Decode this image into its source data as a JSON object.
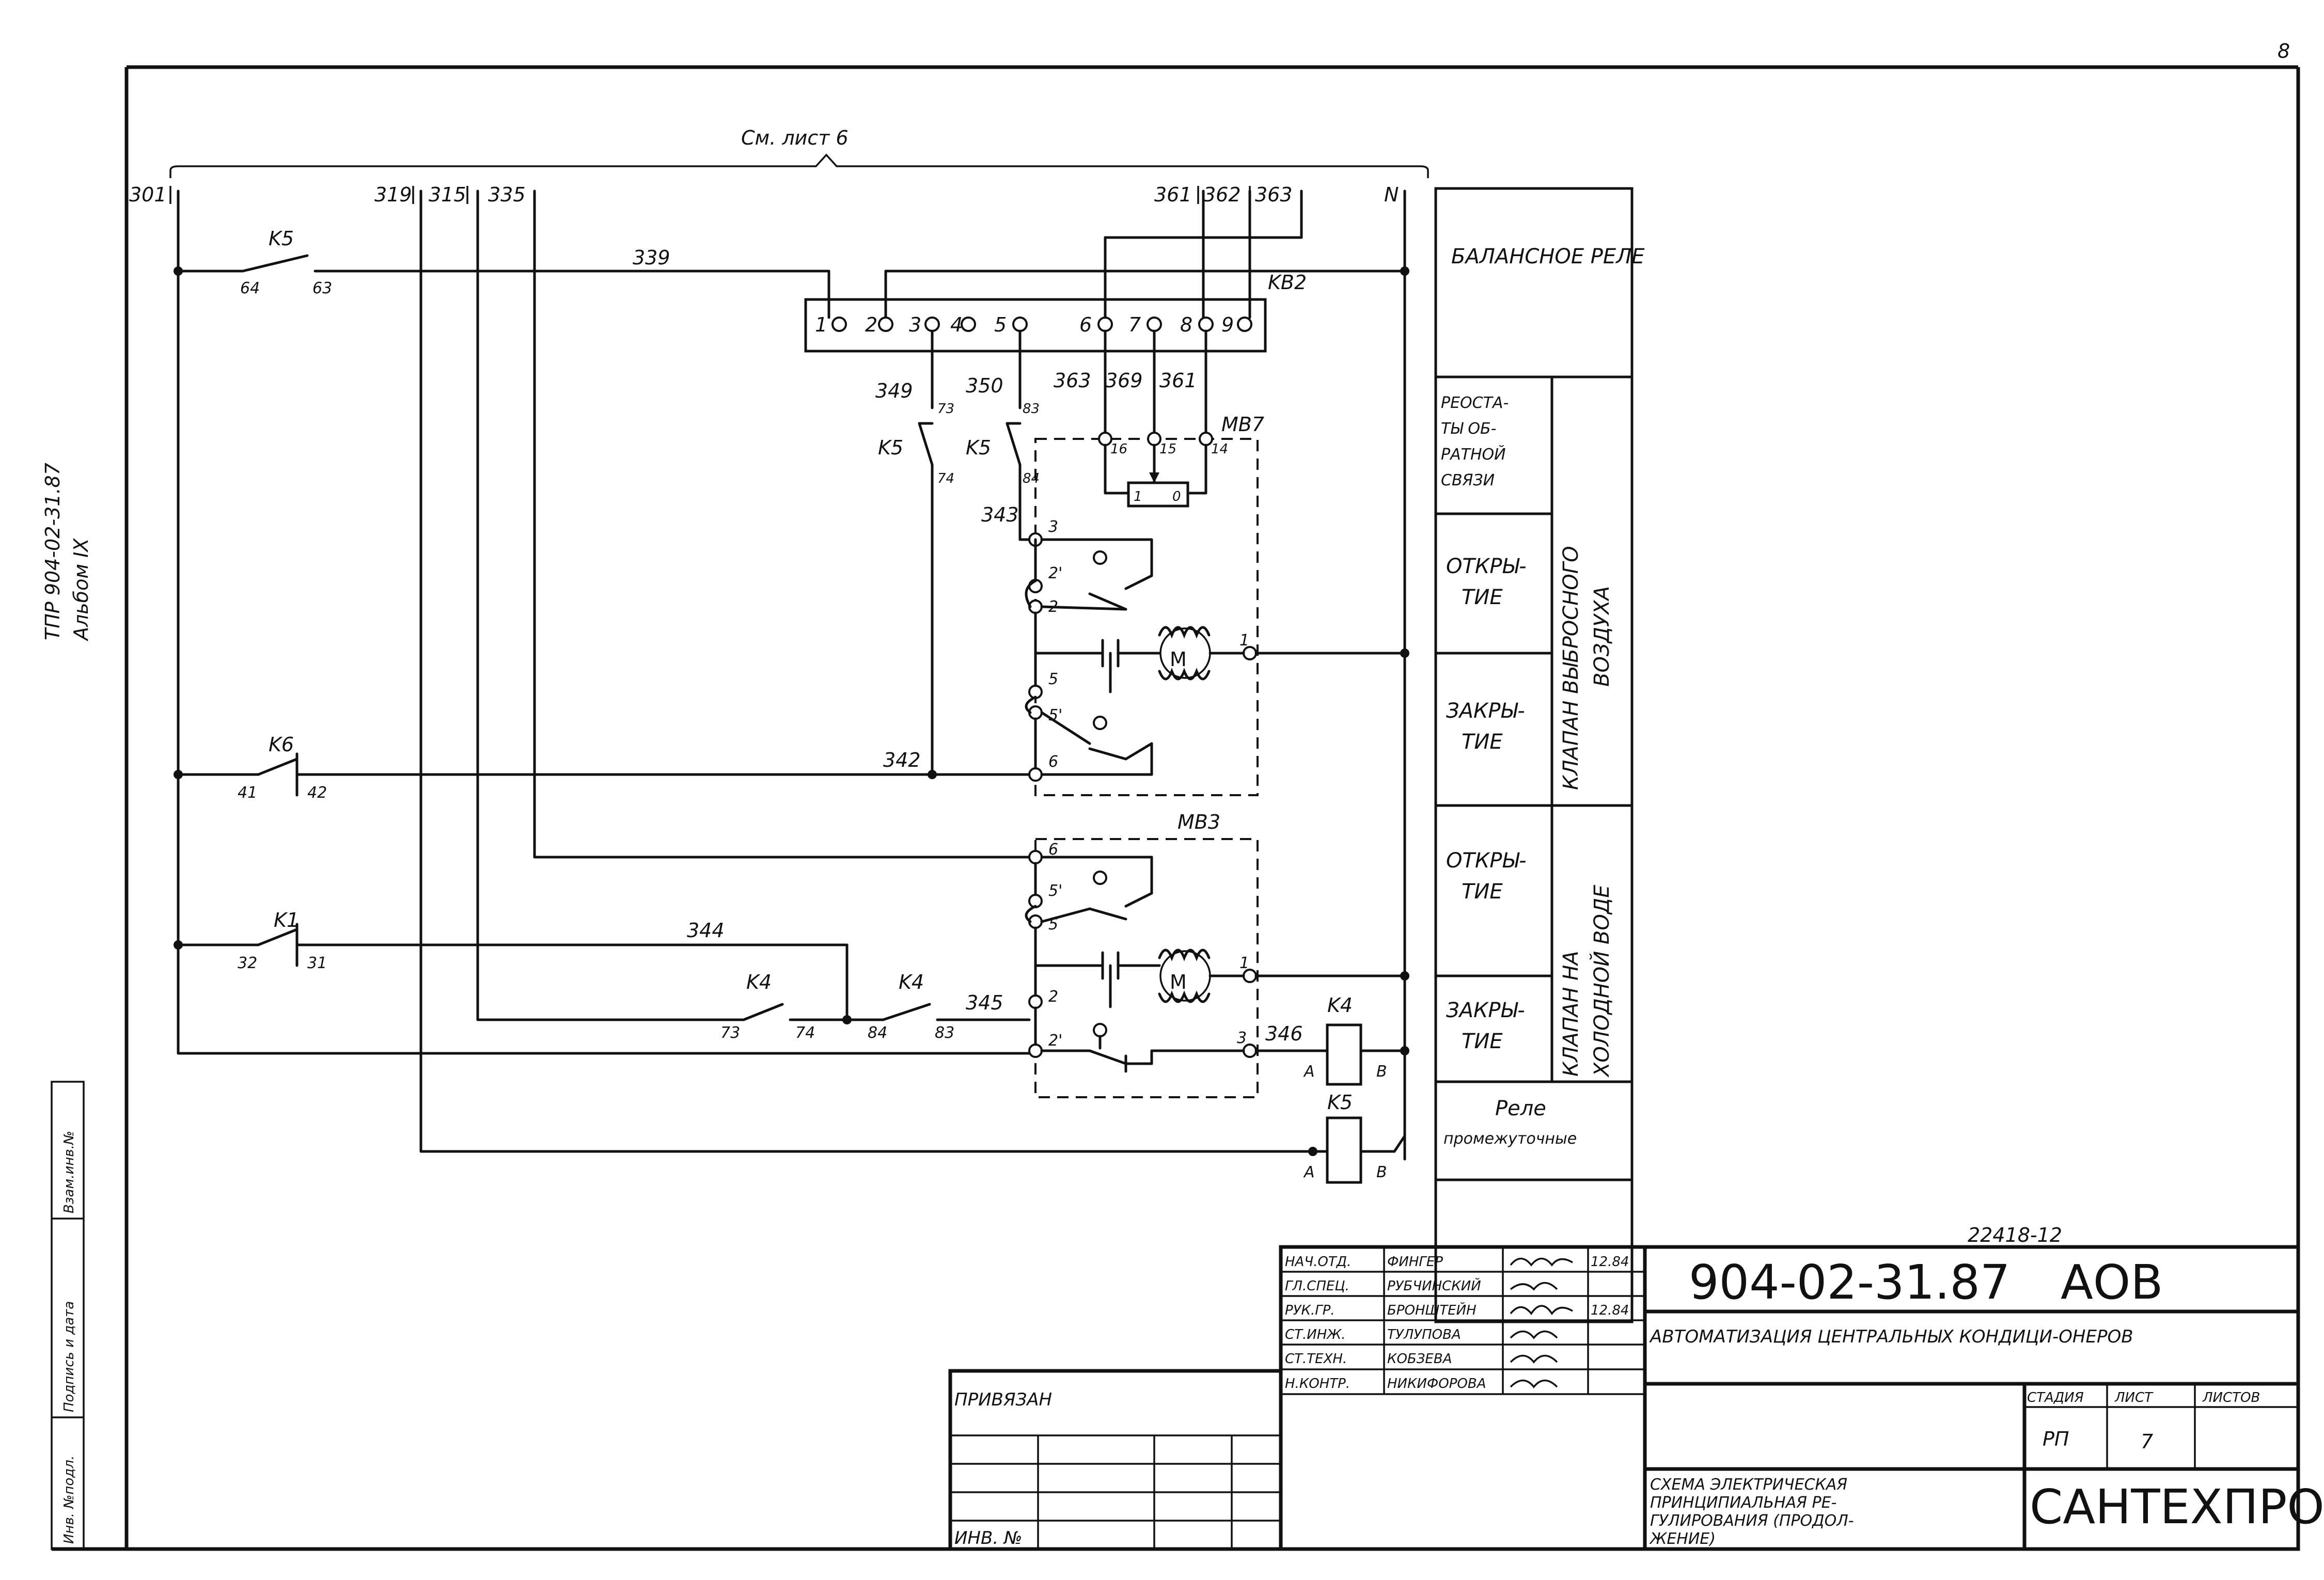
{
  "sheet_corner": "8",
  "side_stamp": [
    "ТПР 904-02-31.87",
    "Альбом IX"
  ],
  "left_column_labels": [
    "Инв. №подл.",
    "Подпись и дата",
    "Взам.инв.№"
  ],
  "see_sheet": "См. лист 6",
  "bus_labels": [
    "301",
    "319",
    "315",
    "335",
    "361",
    "362",
    "363",
    "N"
  ],
  "wire_labels": {
    "w339": "339",
    "w349": "349",
    "w350": "350",
    "w363": "363",
    "w369": "369",
    "w361": "361",
    "w343": "343",
    "w342": "342",
    "w344": "344",
    "w345": "345",
    "w346": "346"
  },
  "relays": {
    "k5_top": "K5",
    "k6": "K6",
    "k1": "K1",
    "k4a": "K4",
    "k4b": "K4",
    "k5a": "K5",
    "k5b": "K5",
    "coil_k4": "K4",
    "coil_k5": "K5"
  },
  "contact_numbers": {
    "c64": "64",
    "c63": "63",
    "c41": "41",
    "c42": "42",
    "c32": "32",
    "c31": "31",
    "c73": "73",
    "c74": "74",
    "c84": "84",
    "c83": "83",
    "c73b": "73",
    "c74b": "74",
    "c83b": "83",
    "c84b": "84"
  },
  "kb2": {
    "name": "KB2",
    "terminals": [
      "1",
      "2",
      "3",
      "4",
      "5",
      "6",
      "7",
      "8",
      "9"
    ]
  },
  "mb7": {
    "name": "MB7",
    "pins": [
      "16",
      "15",
      "14",
      "3",
      "2'",
      "2",
      "1",
      "5",
      "5'",
      "6"
    ],
    "pot": [
      "1",
      "0"
    ]
  },
  "mb3": {
    "name": "MB3",
    "pins": [
      "6",
      "5'",
      "5",
      "1",
      "2",
      "2'",
      "3"
    ]
  },
  "motor_symbol": "M",
  "coil_terminals": [
    "A",
    "B",
    "A",
    "B"
  ],
  "panel": {
    "balance_relay": "БАЛАНСНОЕ РЕЛЕ",
    "rheostats": [
      "РЕОСТА-",
      "ТЫ ОБ-",
      "РАТНОЙ",
      "СВЯЗИ"
    ],
    "open1": [
      "ОТКРЫ-",
      "ТИЕ"
    ],
    "close1": [
      "ЗАКРЫ-",
      "ТИЕ"
    ],
    "valve_exhaust": [
      "КЛАПАН ВЫБРОСНОГО",
      "ВОЗДУХА"
    ],
    "open2": [
      "ОТКРЫ-",
      "ТИЕ"
    ],
    "close2": [
      "ЗАКРЫ-",
      "ТИЕ"
    ],
    "valve_water": [
      "КЛАПАН НА",
      "ХОЛОДНОЙ ВОДЕ"
    ],
    "intermediate": [
      "Реле",
      "промежуточные"
    ]
  },
  "title_block": {
    "doc_number_hw": "22418-12",
    "doc_code": "904-02-31.87",
    "mark": "АОВ",
    "roles": [
      "НАЧ.ОТД.",
      "ГЛ.СПЕЦ.",
      "РУК.ГР.",
      "СТ.ИНЖ.",
      "СТ.ТЕХН.",
      "Н.КОНТР."
    ],
    "names": [
      "ФИНГЕР",
      "РУБЧИНСКИЙ",
      "БРОНШТЕЙН",
      "ТУЛУПОВА",
      "КОБЗЕВА",
      "НИКИФОРОВА"
    ],
    "dates": [
      "12.84",
      "",
      "12.84",
      "",
      "",
      ""
    ],
    "project_title": "АВТОМАТИЗАЦИЯ ЦЕНТРАЛЬНЫХ КОНДИЦИ-ОНЕРОВ",
    "sheet_title": [
      "СХЕМА ЭЛЕКТРИЧЕСКАЯ",
      "ПРИНЦИПИАЛЬНАЯ РЕ-",
      "ГУЛИРОВАНИЯ (ПРОДОЛ-",
      "ЖЕНИЕ)"
    ],
    "stage_label": "СТАДИЯ",
    "sheet_label": "ЛИСТ",
    "sheets_label": "ЛИСТОВ",
    "stage": "РП",
    "sheet": "7",
    "org": "САНТЕХПРОЕКТ",
    "privyazan": "ПРИВЯЗАН",
    "inv_no": "ИНВ. №"
  }
}
